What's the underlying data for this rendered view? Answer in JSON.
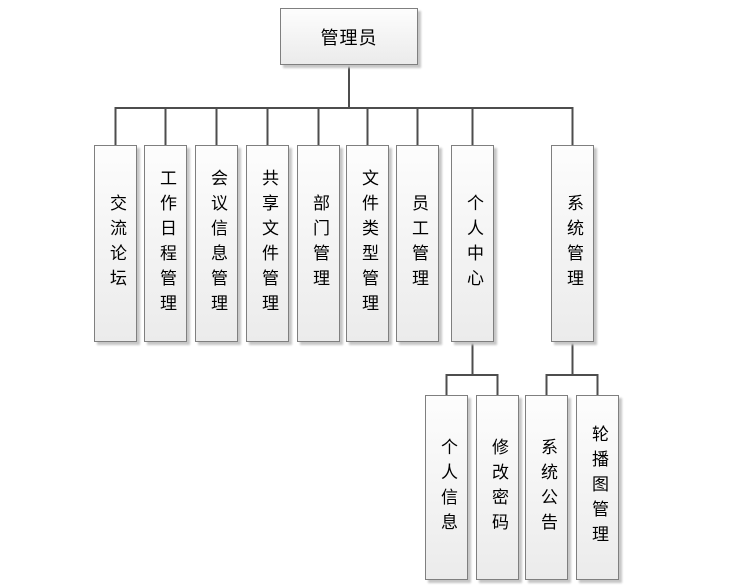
{
  "org": {
    "root": {
      "label": "管理员"
    },
    "level1": [
      {
        "label": "交流论坛"
      },
      {
        "label": "工作日程管理"
      },
      {
        "label": "会议信息管理"
      },
      {
        "label": "共享文件管理"
      },
      {
        "label": "部门管理"
      },
      {
        "label": "文件类型管理"
      },
      {
        "label": "员工管理"
      },
      {
        "label": "个人中心"
      },
      {
        "label": "系统管理"
      }
    ],
    "level2": {
      "personal_center": [
        {
          "label": "个人信息"
        },
        {
          "label": "修改密码"
        }
      ],
      "system_management": [
        {
          "label": "系统公告"
        },
        {
          "label": "轮播图管理"
        }
      ]
    }
  },
  "colors": {
    "background": "#ffffff",
    "line": "#4d4d4d",
    "box-border": "#7f7f7f",
    "box-fill-top": "#fdfdfd",
    "box-fill-bottom": "#ebebeb",
    "text": "#000000",
    "shadow": "#c6c6c6"
  }
}
